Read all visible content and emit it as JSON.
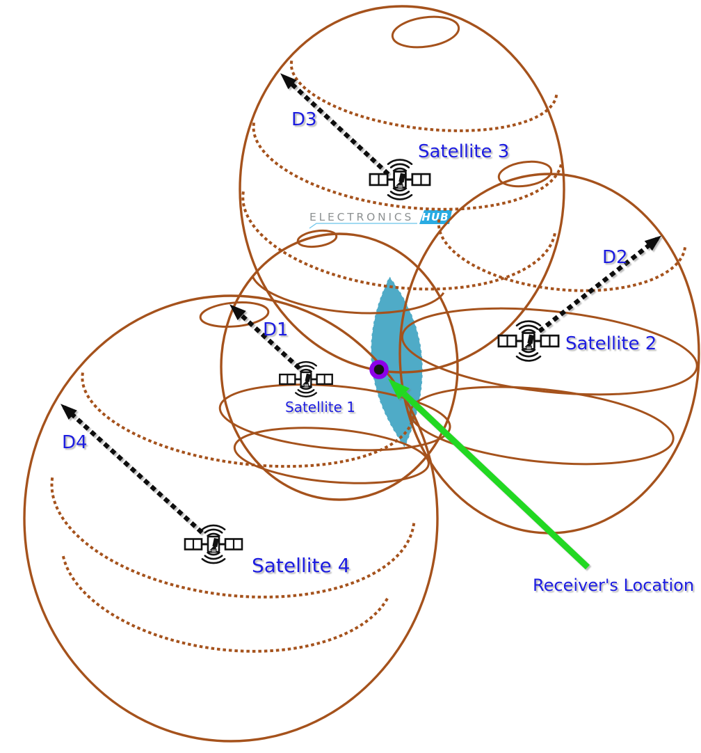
{
  "diagram": {
    "watermark": {
      "brand": "ELECTRONICS",
      "tag": "HUB"
    },
    "satellites": [
      {
        "id": 1,
        "label": "Satellite 1",
        "distance": "D1"
      },
      {
        "id": 2,
        "label": "Satellite 2",
        "distance": "D2"
      },
      {
        "id": 3,
        "label": "Satellite 3",
        "distance": "D3"
      },
      {
        "id": 4,
        "label": "Satellite 4",
        "distance": "D4"
      }
    ],
    "receiver": {
      "label": "Receiver's Location"
    },
    "colors": {
      "sphere_stroke": "#A5521C",
      "label_blue": "#1B1BE0",
      "lens_fill": "#4FABC7",
      "lens_border": "#FFFFFF",
      "receiver_fill": "#151515",
      "receiver_ring": "#8C00E8",
      "arrow_black": "#111111",
      "green_arrow": "#22D822",
      "watermark_gray": "#8C9091",
      "watermark_cyan": "#29ABE2",
      "watermark_text": "#FFFFFF"
    }
  }
}
